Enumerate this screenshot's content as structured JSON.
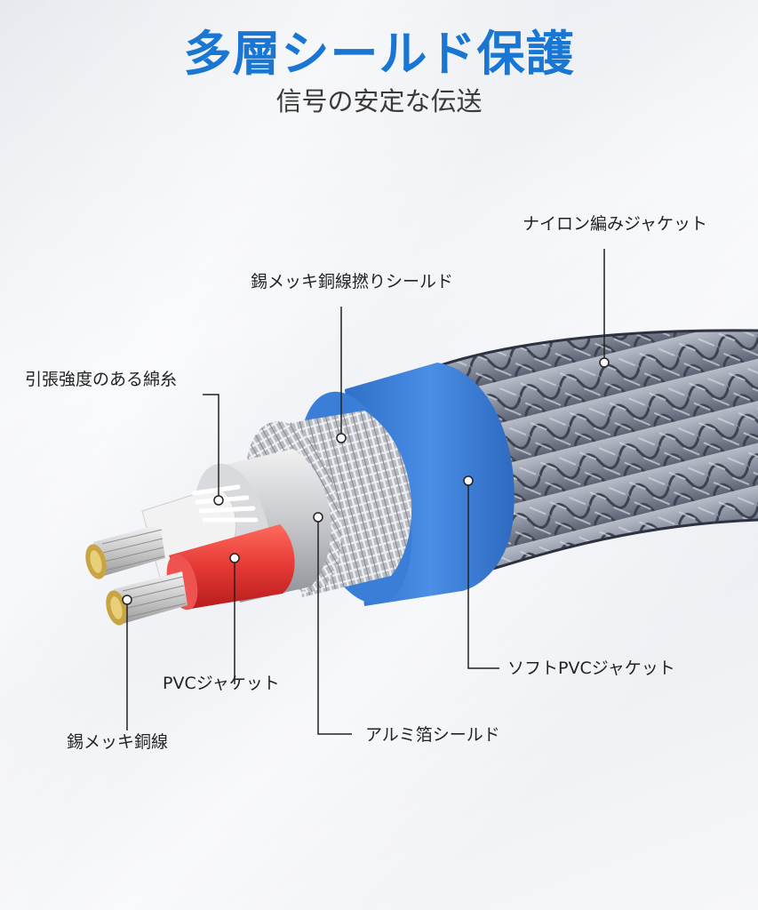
{
  "header": {
    "title": "多層シールド保護",
    "subtitle": "信号の安定な伝送"
  },
  "labels": {
    "nylon_jacket": "ナイロン編みジャケット",
    "tinned_copper_braid": "錫メッキ銅線撚りシールド",
    "tensile_fiber": "引張強度のある綿糸",
    "pvc_jacket": "PVCジャケット",
    "soft_pvc_jacket": "ソフトPVCジャケット",
    "aluminum_foil": "アルミ箔シールド",
    "tinned_copper_wire": "錫メッキ銅線"
  },
  "colors": {
    "title": "#1976d2",
    "inner_jacket": "#3b7fd6",
    "red_jacket": "#e53935",
    "braid": "#8c93a3"
  }
}
